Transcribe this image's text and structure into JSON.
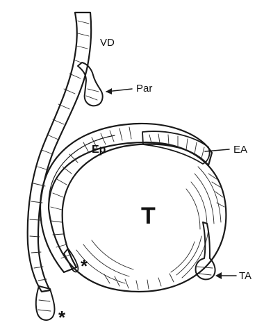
{
  "labels": {
    "vas_deferens": "VD",
    "paradidymis": "Par",
    "epididymis": "Ep",
    "appendix_epididymis": "EA",
    "testis": "T",
    "appendix_testis": "TA",
    "star_lower": "*",
    "star_inner": "*"
  }
}
